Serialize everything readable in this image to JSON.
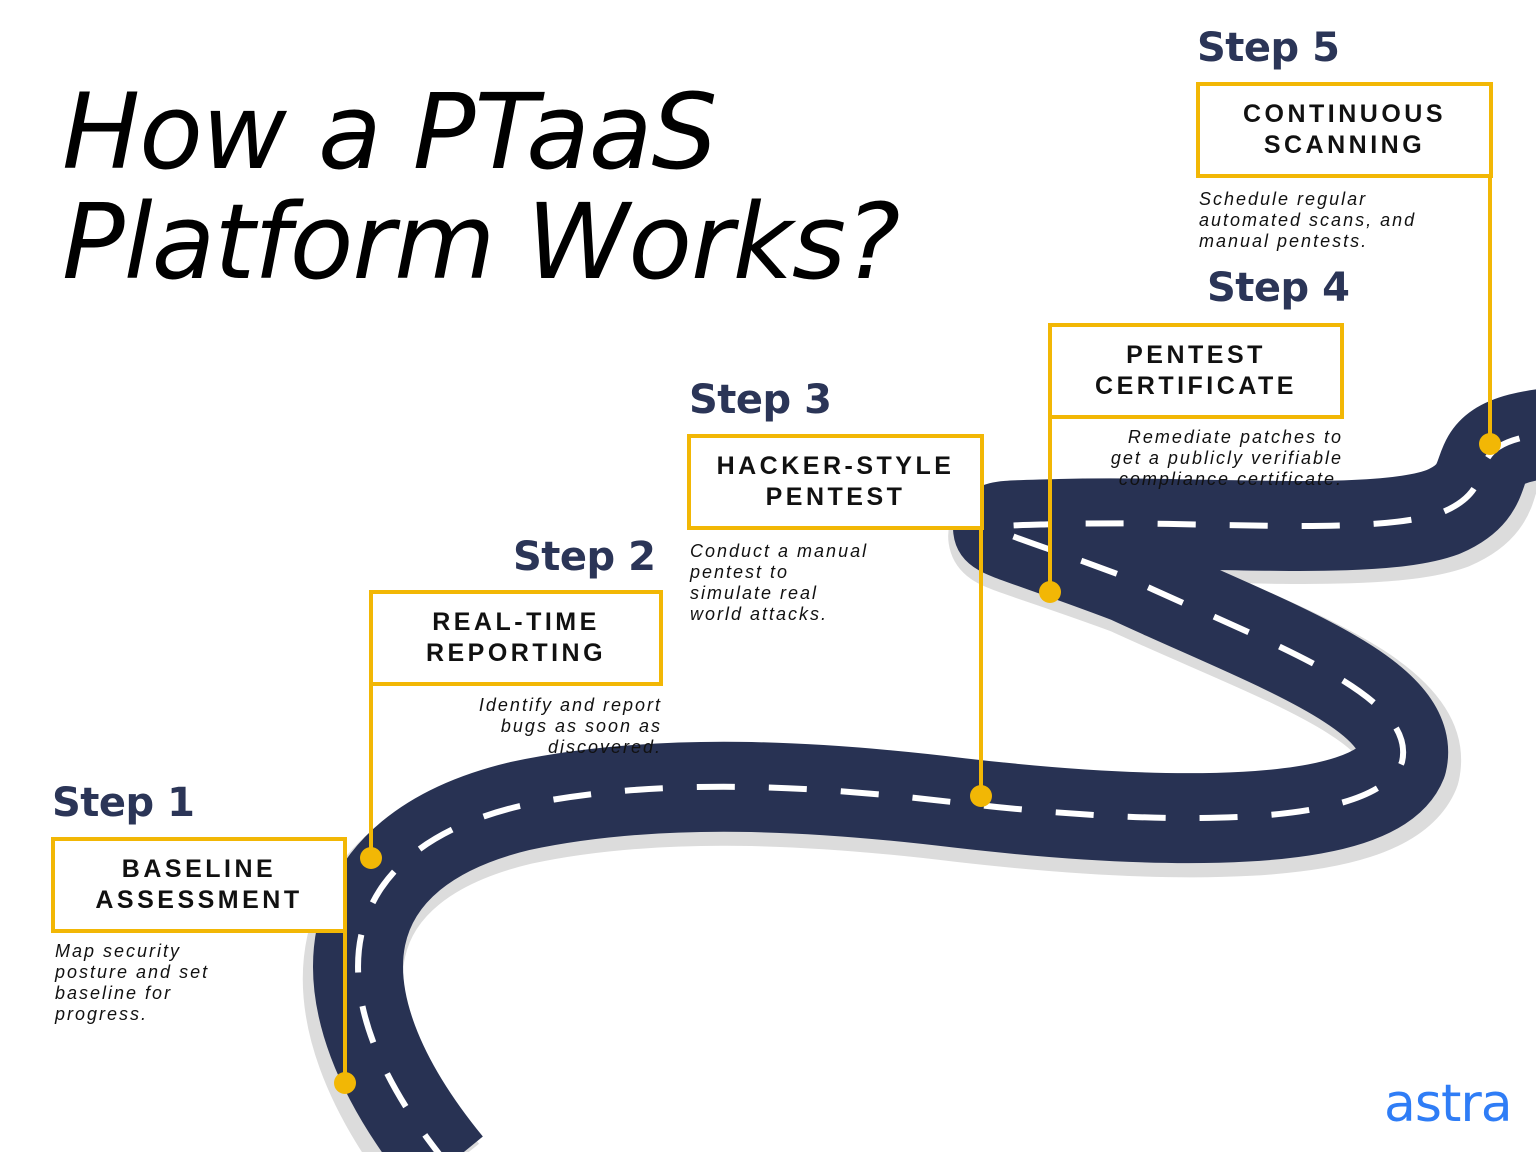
{
  "title": {
    "line1": "How a PTaaS",
    "line2": "Platform Works?"
  },
  "steps": [
    {
      "label": "Step 1",
      "box_lines": [
        "BASELINE",
        "ASSESSMENT"
      ],
      "description": [
        "Map security",
        "posture and set",
        "baseline for",
        "progress."
      ]
    },
    {
      "label": "Step 2",
      "box_lines": [
        "REAL-TIME",
        "REPORTING"
      ],
      "description": [
        "Identify and report",
        "bugs as soon as",
        "discovered."
      ]
    },
    {
      "label": "Step 3",
      "box_lines": [
        "HACKER-STYLE",
        "PENTEST"
      ],
      "description": [
        "Conduct a manual",
        "pentest to",
        "simulate real",
        "world attacks."
      ]
    },
    {
      "label": "Step 4",
      "box_lines": [
        "PENTEST",
        "CERTIFICATE"
      ],
      "description": [
        "Remediate patches to",
        "get a publicly verifiable",
        "compliance certificate."
      ]
    },
    {
      "label": "Step 5",
      "box_lines": [
        "CONTINUOUS",
        "SCANNING"
      ],
      "description": [
        "Schedule regular",
        "automated scans, and",
        "manual pentests."
      ]
    }
  ],
  "brand": {
    "logo_text": "astra"
  },
  "colors": {
    "road": "#283253",
    "road_shadow": "#dcdcdc",
    "lane_marking": "#ffffff",
    "accent": "#f2b705",
    "step_label": "#2b3557",
    "brand": "#2f7df6"
  }
}
